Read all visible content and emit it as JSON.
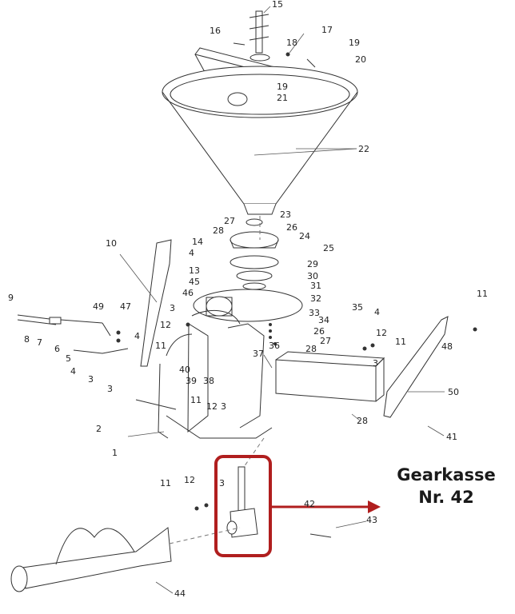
{
  "annotation": {
    "line1": "Gearkasse",
    "line2": "Nr. 42"
  },
  "highlight_color": "#b01e1e",
  "part_labels": [
    "1",
    "2",
    "3",
    "4",
    "5",
    "6",
    "7",
    "8",
    "9",
    "10",
    "11",
    "12",
    "13",
    "14",
    "15",
    "16",
    "17",
    "18",
    "19",
    "20",
    "21",
    "22",
    "23",
    "24",
    "25",
    "26",
    "27",
    "28",
    "29",
    "30",
    "31",
    "32",
    "33",
    "34",
    "35",
    "36",
    "37",
    "38",
    "39",
    "40",
    "41",
    "42",
    "43",
    "44",
    "45",
    "46",
    "47",
    "48",
    "49",
    "50"
  ]
}
